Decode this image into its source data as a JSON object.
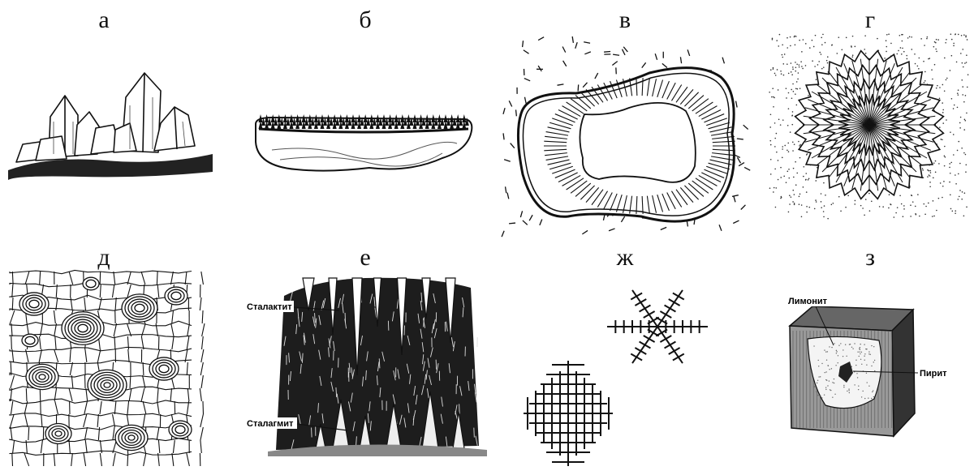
{
  "panels": [
    {
      "letter": "а"
    },
    {
      "letter": "б"
    },
    {
      "letter": "в"
    },
    {
      "letter": "г"
    },
    {
      "letter": "д"
    },
    {
      "letter": "е",
      "labels": {
        "top": "Сталактит",
        "bottom": "Сталагмит"
      }
    },
    {
      "letter": "ж"
    },
    {
      "letter": "з",
      "labels": {
        "top": "Лимонит",
        "right": "Пирит"
      }
    }
  ]
}
